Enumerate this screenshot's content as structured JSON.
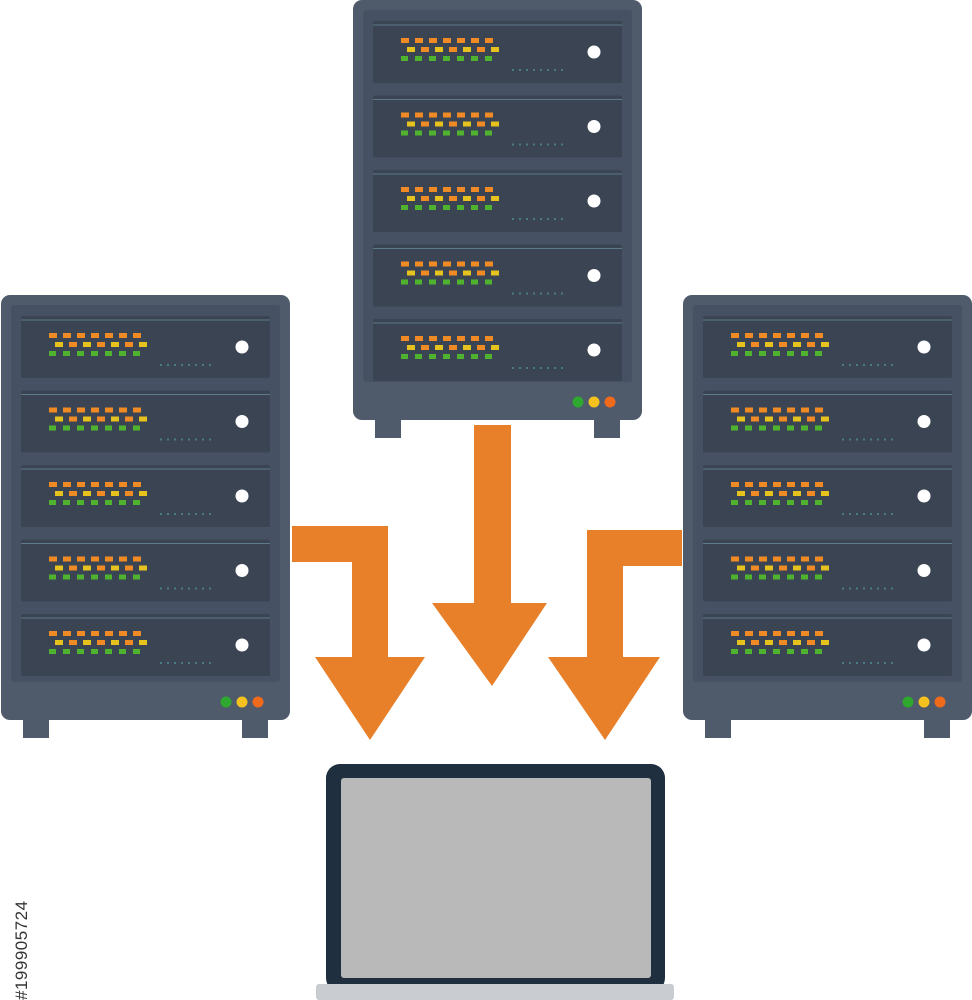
{
  "diagram": {
    "servers": [
      {
        "id": "server-top",
        "units": 5,
        "status_lights": [
          "#2fa82f",
          "#f5c11f",
          "#f06a1c"
        ]
      },
      {
        "id": "server-left",
        "units": 5,
        "status_lights": [
          "#2fa82f",
          "#f5c11f",
          "#f06a1c"
        ]
      },
      {
        "id": "server-right",
        "units": 5,
        "status_lights": [
          "#2fa82f",
          "#f5c11f",
          "#f06a1c"
        ]
      }
    ],
    "arrows": [
      {
        "from": "server-left",
        "to": "laptop"
      },
      {
        "from": "server-top",
        "to": "laptop"
      },
      {
        "from": "server-right",
        "to": "laptop"
      }
    ],
    "laptop": {
      "label": "laptop"
    }
  },
  "colors": {
    "rack_body": "#4f5a6b",
    "rack_unit": "#3b4452",
    "rack_shelf": "#58657a",
    "arrow": "#e8802a",
    "laptop_frame": "#1f2f3f",
    "laptop_screen": "#b9b9b9",
    "led_orange": "#f08a24",
    "led_yellow": "#e6c21e",
    "led_green": "#4fb32f",
    "power_dot": "#ffffff"
  },
  "watermark": {
    "stock_id": "#199905724"
  }
}
